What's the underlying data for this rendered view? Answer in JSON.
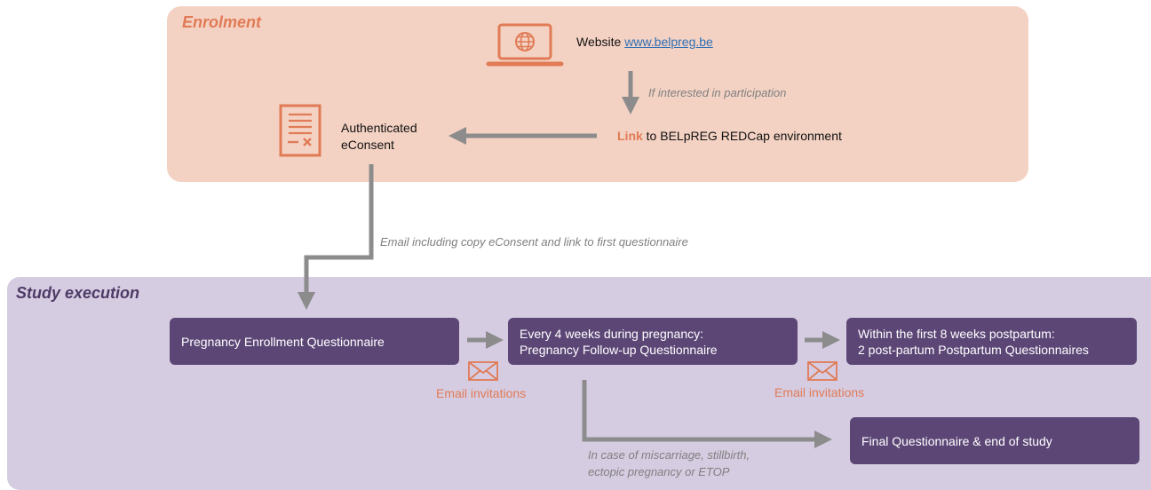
{
  "colors": {
    "enrolment_bg": "#f4d2c3",
    "execution_bg": "#d6cce1",
    "box_purple": "#5c4676",
    "accent_orange": "#e07b56",
    "execution_title": "#4d3a66",
    "arrow_gray": "#8c8c8c",
    "link_blue": "#2f6fb5"
  },
  "enrolment": {
    "title": "Enrolment",
    "website_label": "Website",
    "website_link": "www.belpreg.be",
    "interest_note": "If interested in participation",
    "link_word": "Link",
    "link_rest": "to BELpREG REDCap environment",
    "consent_line1": "Authenticated",
    "consent_line2": "eConsent",
    "icons": [
      "laptop-globe-icon",
      "consent-form-icon"
    ]
  },
  "transition_note": "Email including copy eConsent and link to first questionnaire",
  "execution": {
    "title": "Study execution",
    "boxes": {
      "enrollment": "Pregnancy Enrollment Questionnaire",
      "followup_line1": "Every 4 weeks during pregnancy:",
      "followup_line2": "Pregnancy Follow-up Questionnaire",
      "postpartum_line1": "Within the first 8 weeks postpartum:",
      "postpartum_line2": "2 post-partum Postpartum Questionnaires",
      "final": "Final Questionnaire & end of study"
    },
    "email_invitations_1": "Email invitations",
    "email_invitations_2": "Email invitations",
    "miscarriage_line1": "In case of miscarriage, stillbirth,",
    "miscarriage_line2": "ectopic pregnancy or ETOP",
    "icons": [
      "envelope-icon",
      "envelope-icon"
    ]
  }
}
